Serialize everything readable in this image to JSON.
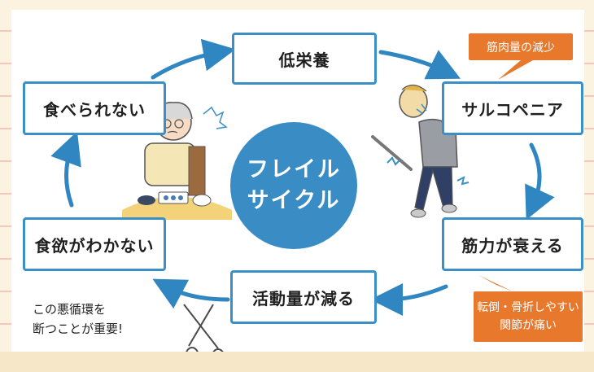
{
  "diagram": {
    "center": {
      "line1": "フレイル",
      "line2": "サイクル"
    },
    "boxes": {
      "teieiyou": "低栄養",
      "sarcopenia": "サルコペニア",
      "kinryoku": "筋力が衰える",
      "katsudouryou": "活動量が減る",
      "shokuyoku": "食欲がわかない",
      "taberarenai": "食べられない"
    },
    "callouts": {
      "muscle_loss": "筋肉量の減少",
      "fall_line1": "転倒・骨折しやすい",
      "fall_line2": "関節が痛い"
    },
    "note": {
      "line1": "この悪循環を",
      "line2": "断つことが重要!"
    }
  },
  "colors": {
    "box_border": "#3b8fc7",
    "circle": "#3a8cc4",
    "callout": "#e8782b",
    "arrow": "#2f86c0"
  },
  "icons": [
    "elderly-eating-illustration",
    "elderly-walking-cane-illustration",
    "scissors-icon"
  ]
}
